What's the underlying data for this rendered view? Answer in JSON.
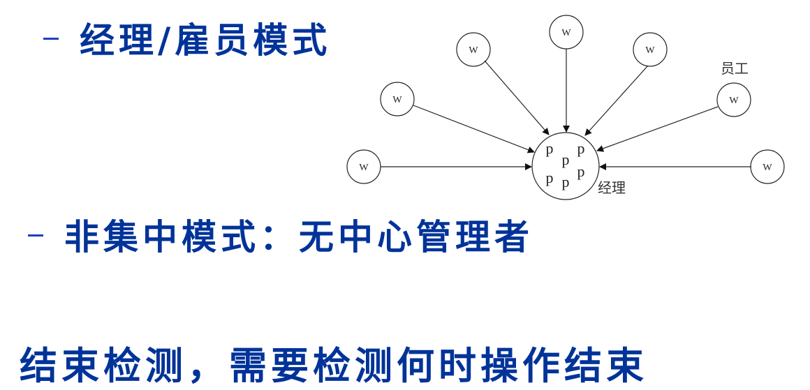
{
  "bullets": [
    {
      "marker": "–",
      "text": "经理/雇员模式"
    },
    {
      "marker": "–",
      "text": "非集中模式：无中心管理者"
    }
  ],
  "footer_text": "结束检测，需要检测何时操作结束",
  "diagram": {
    "worker_label": "W",
    "manager_process_label": "p",
    "manager_caption": "经理",
    "worker_caption": "员工",
    "colors": {
      "text": "#003399",
      "lines": "#222222"
    }
  }
}
